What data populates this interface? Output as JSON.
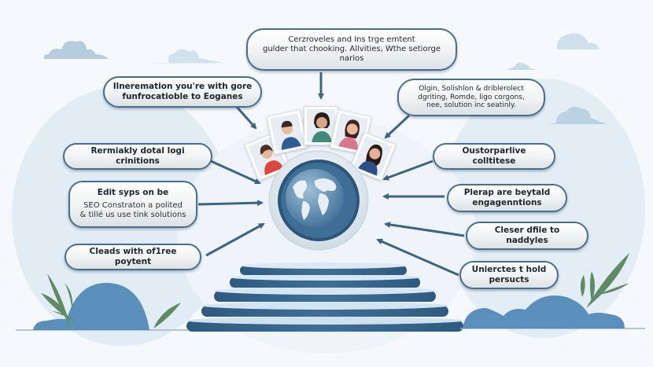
{
  "diagram": {
    "center": {
      "icon": "globe-icon",
      "people_count": 5
    },
    "top_callout": {
      "lines": [
        "Cerzroveles and Ins trge emtent",
        "gulder that chooking. Allvities, Wthe setiorge",
        "narios"
      ]
    },
    "left_callouts": [
      {
        "title": "Ilneremation you're with gore",
        "title2": "funfrocatioble to Eoganes"
      },
      {
        "title": "Rermiakly dotal logi crinitions"
      },
      {
        "title": "Edit syps on be",
        "sub1": "SEO Constraton a polited",
        "sub2": "& tillé us use tink solutions"
      },
      {
        "title": "Cleads with of1ree poytent"
      }
    ],
    "right_callouts": [
      {
        "title": "Olgin, Solishlon & driblerolect",
        "title2": "dgriting, Romde, ligo corgons,",
        "title3": "nee, solution inc seatinly."
      },
      {
        "title": "Oustorparlive colltitese"
      },
      {
        "title": "Plerap are beytald",
        "title2": "engagenntions"
      },
      {
        "title": "Cleser dfile to naddyles"
      },
      {
        "title": "Unierctes t hold",
        "title2": "persucts"
      }
    ],
    "podium": {
      "tiers": 5
    },
    "colors": {
      "accent": "#3c6a90",
      "arrow": "#3d6580",
      "background": "#f5f9fc",
      "cloud": "#b8d0e0",
      "leaf": "#5e8a64",
      "hill": "#5a8fbb"
    }
  }
}
